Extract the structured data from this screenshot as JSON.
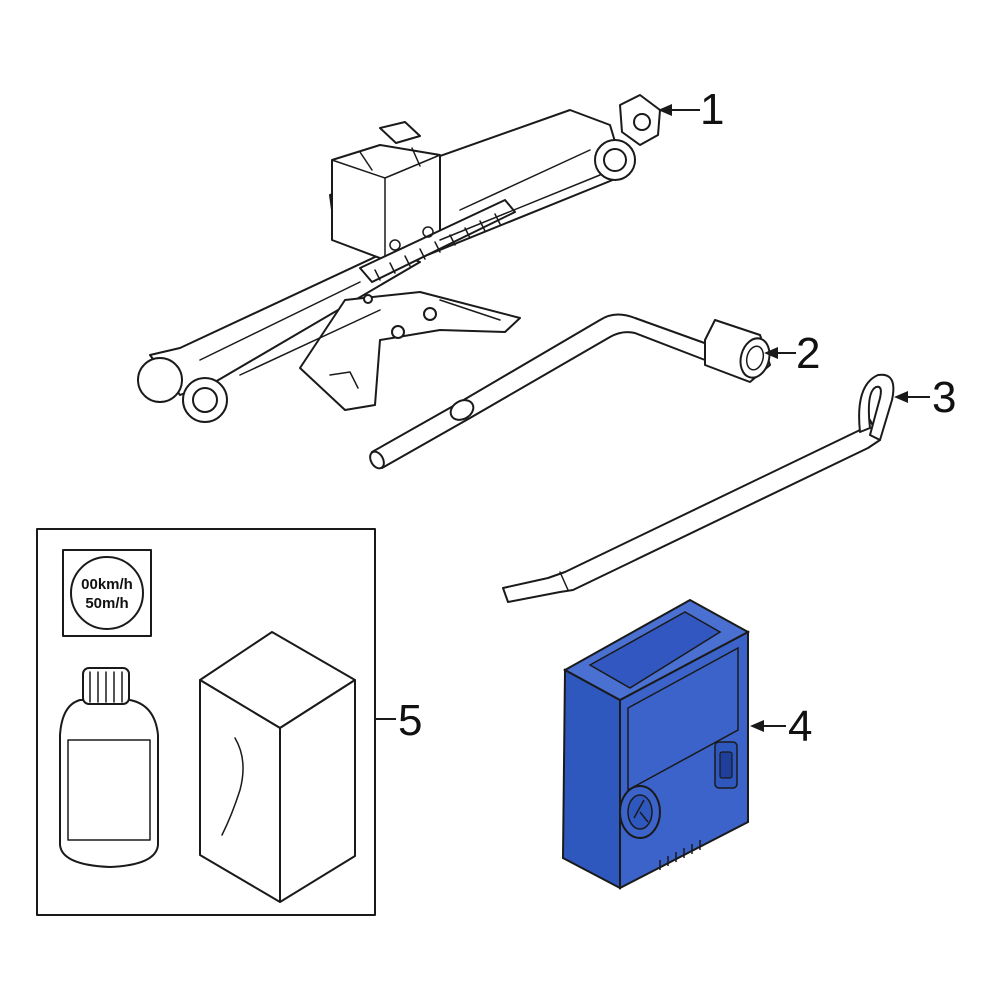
{
  "colors": {
    "line": "#1a1a1a",
    "background": "#ffffff",
    "highlight_fill": "#3b63c9",
    "highlight_dark": "#1e3f9a"
  },
  "callouts": [
    {
      "label": "1",
      "part": "scissor-jack"
    },
    {
      "label": "2",
      "part": "lug-wrench"
    },
    {
      "label": "3",
      "part": "jack-handle-rod"
    },
    {
      "label": "4",
      "part": "tire-inflator-compressor"
    },
    {
      "label": "5",
      "part": "tire-repair-kit"
    }
  ],
  "kit_badge": {
    "line1": "00km/h",
    "line2": "50m/h"
  }
}
